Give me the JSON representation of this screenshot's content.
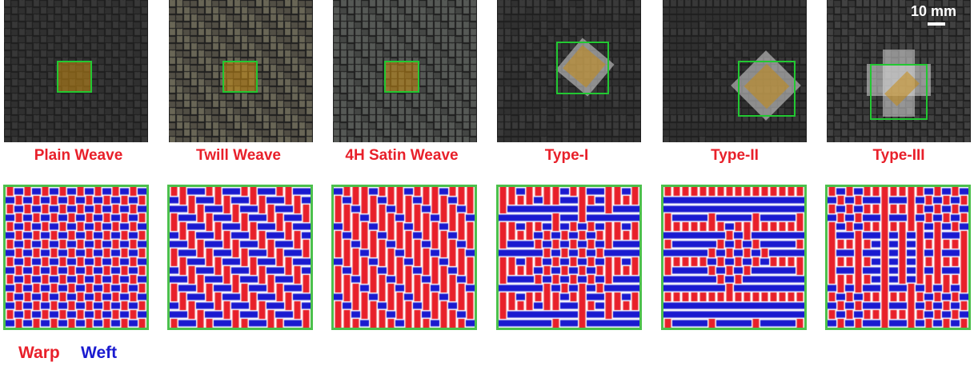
{
  "panels": [
    {
      "name": "Plain Weave",
      "pattern": "plain",
      "photo_tone": "#3a3a3a"
    },
    {
      "name": "Twill Weave",
      "pattern": "twill",
      "photo_tone": "#6e6a5a"
    },
    {
      "name": "4H Satin Weave",
      "pattern": "satin",
      "photo_tone": "#5a5d5a"
    },
    {
      "name": "Type-I",
      "pattern": "type1",
      "photo_tone": "#3c3c3c"
    },
    {
      "name": "Type-II",
      "pattern": "type2",
      "photo_tone": "#3a3a3a"
    },
    {
      "name": "Type-III",
      "pattern": "type3",
      "photo_tone": "#454545"
    }
  ],
  "scale_bar": "10 mm",
  "legend": {
    "warp": "Warp",
    "weft": "Weft"
  },
  "colors": {
    "warp": "#e8202a",
    "weft": "#1a1ad0",
    "roi_border": "#22c832",
    "grid_border": "#4cc04c"
  }
}
